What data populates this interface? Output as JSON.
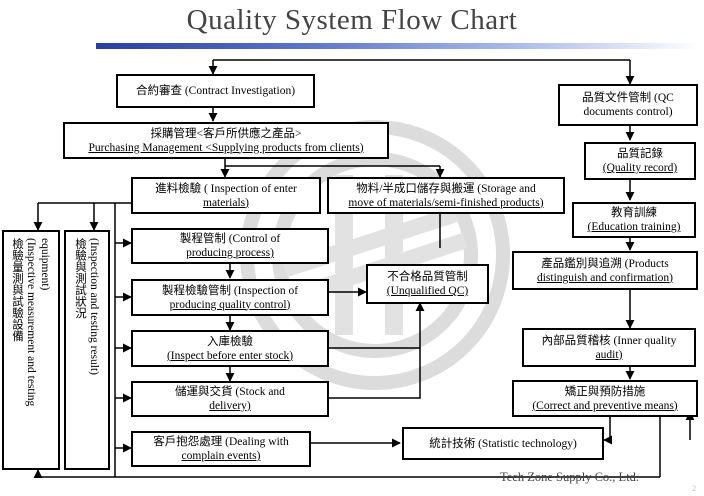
{
  "title": "Quality System Flow Chart",
  "colors": {
    "title_bar_start": "#2a3f9c",
    "title_bar_end": "#ffffff",
    "lines": "#000000",
    "watermark": "#d8d8d8"
  },
  "boxes": {
    "contract": {
      "line1": "合約審查 (Contract Investigation)"
    },
    "purchasing": {
      "line1": "採購管理<客戶所供應之產品>",
      "line2": "Purchasing Management <Supplying products from clients)"
    },
    "incoming": {
      "line1": "進料檢驗  ( Inspection of enter",
      "line2": "materials)"
    },
    "storage": {
      "line1": "物料/半成口儲存與搬運 (Storage and",
      "line2": "move of materials/semi-finished products)"
    },
    "process_control": {
      "line1": "製程管制  (Control of",
      "line2": "producing process)"
    },
    "process_inspection": {
      "line1": "製程檢驗管制  (Inspection of",
      "line2": "producing quality control)"
    },
    "unqualified": {
      "line1": "不合格品質管制",
      "line2": "(Unqualified QC)"
    },
    "stock_entry": {
      "line1": "入庫檢驗",
      "line2": "(Inspect before enter stock)"
    },
    "delivery": {
      "line1": "儲運與交貨  (Stock and",
      "line2": "delivery)"
    },
    "complaint": {
      "line1": "客戶抱怨處理  (Dealing with",
      "line2": "complain events)"
    },
    "statistic": {
      "line1": "統計技術  (Statistic technology)"
    },
    "qc_docs": {
      "line1": "品質文件管制    (QC",
      "line2": "documents control)"
    },
    "quality_record": {
      "line1": "品質記錄",
      "line2": "(Quality record)"
    },
    "education": {
      "line1": "教育訓練",
      "line2": "(Education training)"
    },
    "identification": {
      "line1": "產品鑑別與追溯  (Products",
      "line2": "distinguish and confirmation)"
    },
    "audit": {
      "line1": "內部品質稽核  (Inner quality",
      "line2": "audit)"
    },
    "corrective": {
      "line1": "矯正與預防措施",
      "line2": "(Correct and preventive means)"
    },
    "measure_equipment": {
      "col1": "檢驗量測與試驗設備",
      "col2": "(Inspective measurement and testing",
      "col3": "equipment)"
    },
    "inspection_status": {
      "col1": "檢驗與測試狀況",
      "col2": "(Inspection and testing result)"
    }
  },
  "footer": {
    "company": "Tech Zone Supply Co., Ltd.",
    "page_number": "2"
  }
}
